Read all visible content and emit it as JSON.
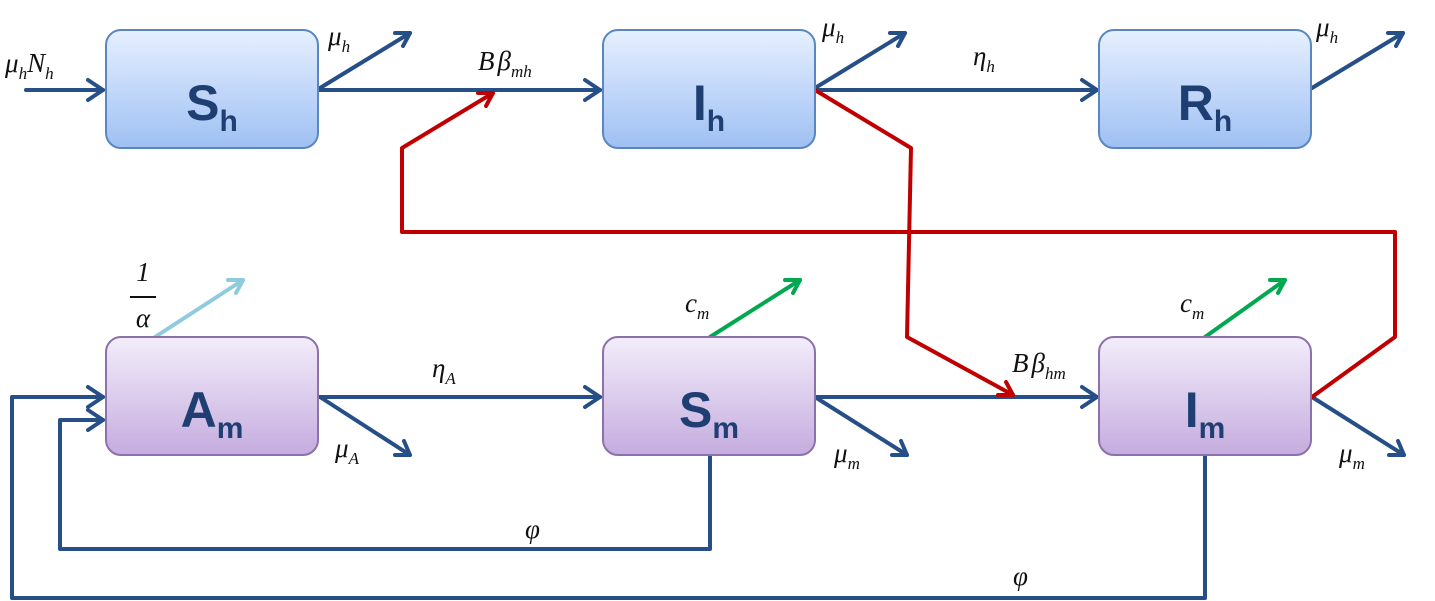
{
  "compartments": {
    "sh": {
      "main": "S",
      "sub": "h"
    },
    "ih": {
      "main": "I",
      "sub": "h"
    },
    "rh": {
      "main": "R",
      "sub": "h"
    },
    "am": {
      "main": "A",
      "sub": "m"
    },
    "sm": {
      "main": "S",
      "sub": "m"
    },
    "im": {
      "main": "I",
      "sub": "m"
    }
  },
  "rates": {
    "recruitment": {
      "a": "μ",
      "a_sub": "h",
      "b": "N",
      "b_sub": "h"
    },
    "mu_h": {
      "main": "μ",
      "sub": "h"
    },
    "b_beta_mh": {
      "pre": "B",
      "main": "β",
      "sub": "mh"
    },
    "eta_h": {
      "main": "η",
      "sub": "h"
    },
    "inv_alpha": {
      "num": "1",
      "den": "α"
    },
    "eta_a": {
      "main": "η",
      "sub": "A"
    },
    "mu_a": {
      "main": "μ",
      "sub": "A"
    },
    "c_m": {
      "main": "c",
      "sub": "m"
    },
    "mu_m": {
      "main": "μ",
      "sub": "m"
    },
    "b_beta_hm": {
      "pre": "B",
      "main": "β",
      "sub": "hm"
    },
    "phi": "φ"
  },
  "colors": {
    "flow": "#254f86",
    "infection": "#c00000",
    "control": "#00a84f",
    "aquatic_death": "#8ecbdf",
    "human_box_top": "#e6f0ff",
    "human_box_bottom": "#9fc0f3",
    "human_box_border": "#5a86c1",
    "mosquito_box_top": "#f3edfa",
    "mosquito_box_bottom": "#c5acdf",
    "mosquito_box_border": "#8c72aa",
    "box_text": "#1f3f73"
  }
}
